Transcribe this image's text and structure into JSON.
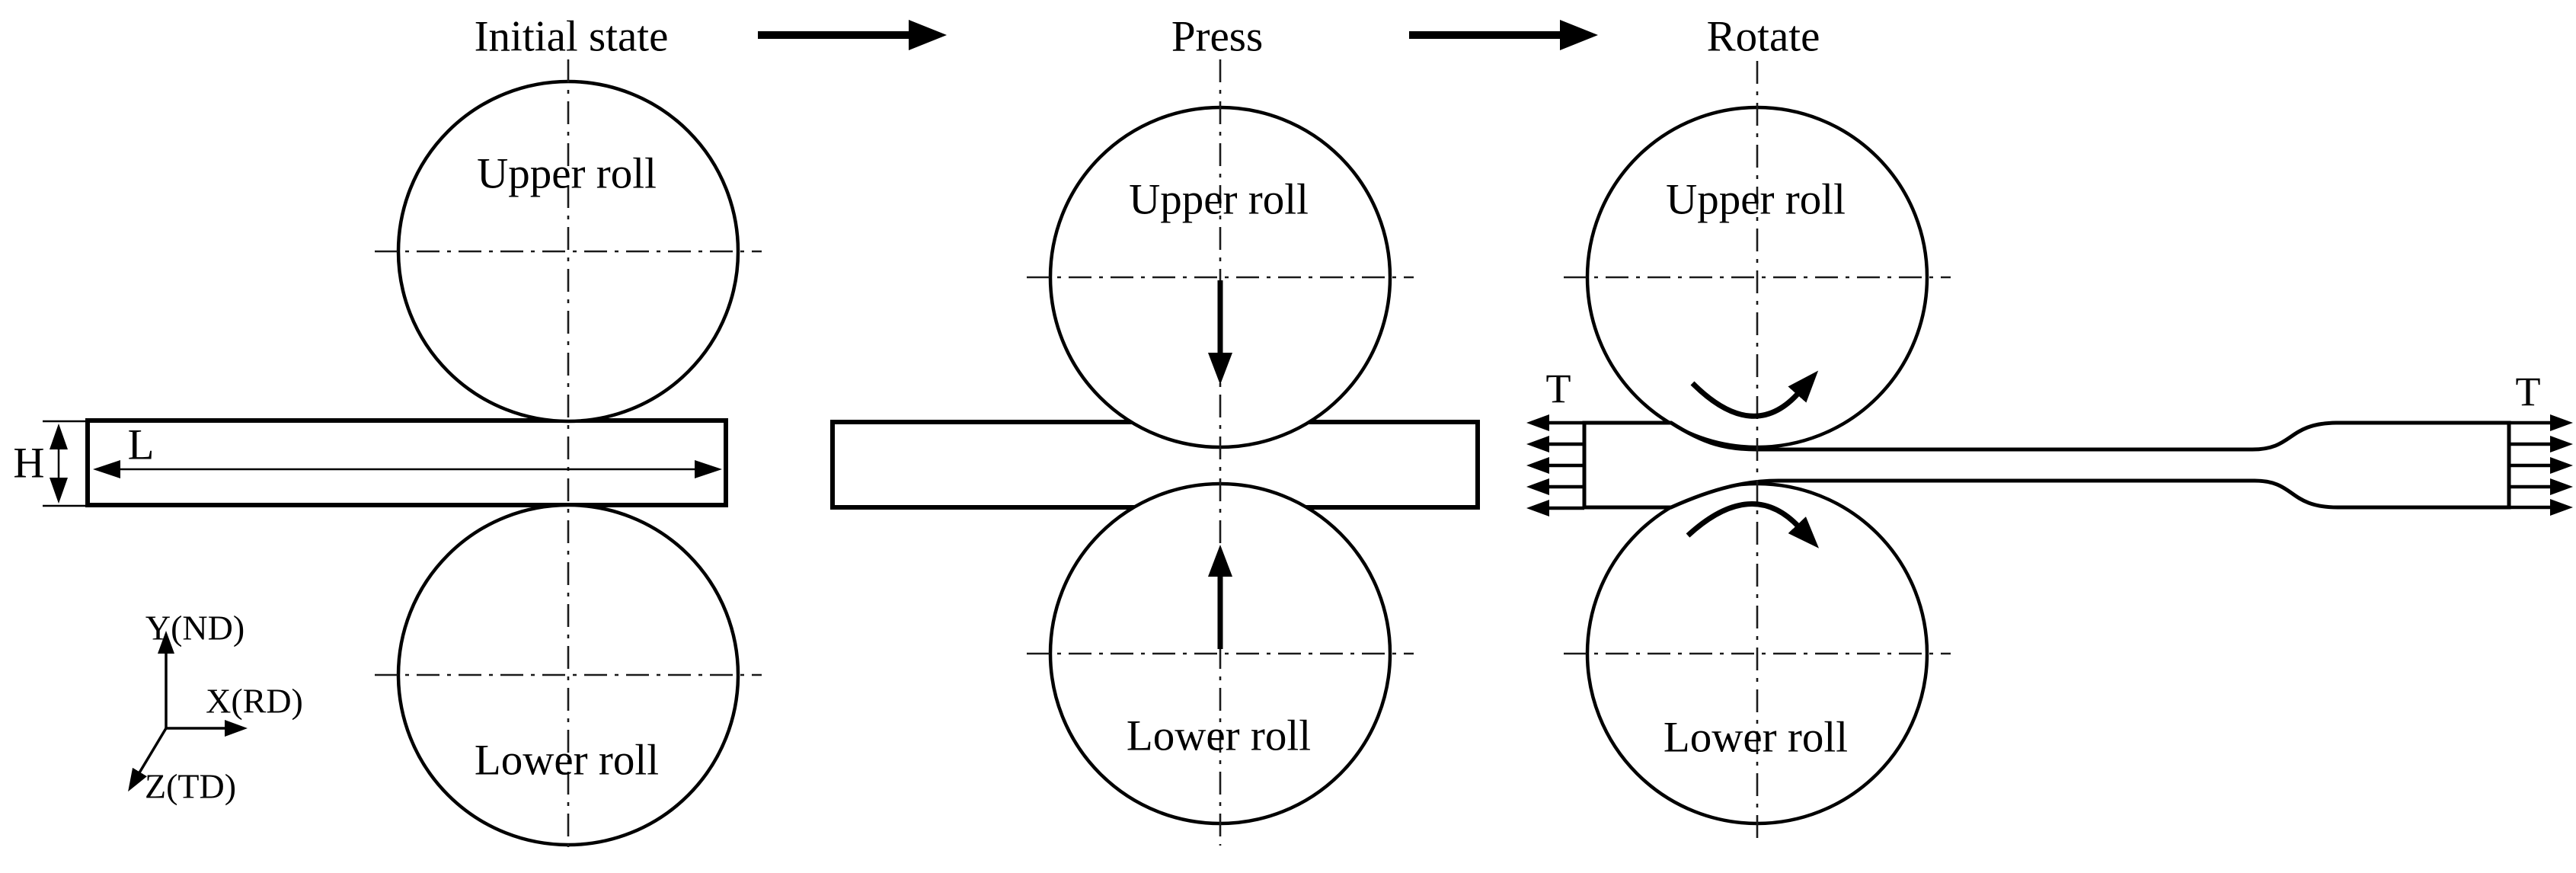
{
  "header": {
    "stage1": "Initial state",
    "stage2": "Press",
    "stage3": "Rotate"
  },
  "rolls": {
    "upper": "Upper roll",
    "lower": "Lower roll"
  },
  "dims": {
    "thickness": "H",
    "length": "L"
  },
  "tension": {
    "symbol": "T"
  },
  "axes": {
    "y": "Y(ND)",
    "x": "X(RD)",
    "z": "Z(TD)"
  },
  "colors": {
    "line": "#000000",
    "centerline": "#1a1a1a",
    "background": "#ffffff"
  }
}
